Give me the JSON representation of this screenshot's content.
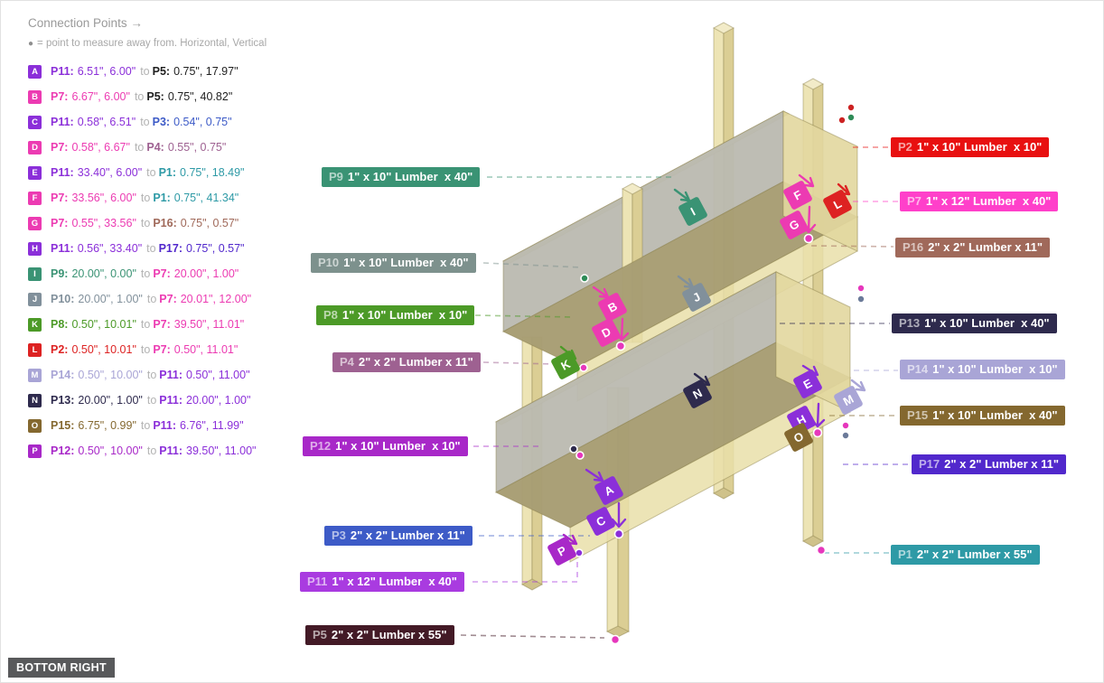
{
  "header": {
    "title": "Connection Points →",
    "note_bullet": "●",
    "legend_note": "= point to measure away from. Horizontal, Vertical"
  },
  "view_badge": "BOTTOM RIGHT",
  "connections": [
    {
      "letter": "A",
      "badge_color": "#8B2FD9",
      "from": {
        "pid": "P11:",
        "vals": "6.51\", 6.00\"",
        "color": "#8B2FD9"
      },
      "to_word": "to",
      "to": {
        "pid": "P5:",
        "vals": "0.75\", 17.97\"",
        "color": "#1F1F1F"
      }
    },
    {
      "letter": "B",
      "badge_color": "#EC3BB2",
      "from": {
        "pid": "P7:",
        "vals": "6.67\", 6.00\"",
        "color": "#EC3BB2"
      },
      "to_word": "to",
      "to": {
        "pid": "P5:",
        "vals": "0.75\", 40.82\"",
        "color": "#1F1F1F"
      }
    },
    {
      "letter": "C",
      "badge_color": "#8B2FD9",
      "from": {
        "pid": "P11:",
        "vals": "0.58\", 6.51\"",
        "color": "#8B2FD9"
      },
      "to_word": "to",
      "to": {
        "pid": "P3:",
        "vals": "0.54\", 0.75\"",
        "color": "#3D5BC7"
      }
    },
    {
      "letter": "D",
      "badge_color": "#EC3BB2",
      "from": {
        "pid": "P7:",
        "vals": "0.58\", 6.67\"",
        "color": "#EC3BB2"
      },
      "to_word": "to",
      "to": {
        "pid": "P4:",
        "vals": "0.55\", 0.75\"",
        "color": "#9E6191"
      }
    },
    {
      "letter": "E",
      "badge_color": "#8B2FD9",
      "from": {
        "pid": "P11:",
        "vals": "33.40\", 6.00\"",
        "color": "#8B2FD9"
      },
      "to_word": "to",
      "to": {
        "pid": "P1:",
        "vals": "0.75\", 18.49\"",
        "color": "#2E9AA6"
      }
    },
    {
      "letter": "F",
      "badge_color": "#EC3BB2",
      "from": {
        "pid": "P7:",
        "vals": "33.56\", 6.00\"",
        "color": "#EC3BB2"
      },
      "to_word": "to",
      "to": {
        "pid": "P1:",
        "vals": "0.75\", 41.34\"",
        "color": "#2E9AA6"
      }
    },
    {
      "letter": "G",
      "badge_color": "#EC3BB2",
      "from": {
        "pid": "P7:",
        "vals": "0.55\", 33.56\"",
        "color": "#EC3BB2"
      },
      "to_word": "to",
      "to": {
        "pid": "P16:",
        "vals": "0.75\", 0.57\"",
        "color": "#A0695A"
      }
    },
    {
      "letter": "H",
      "badge_color": "#8B2FD9",
      "from": {
        "pid": "P11:",
        "vals": "0.56\", 33.40\"",
        "color": "#8B2FD9"
      },
      "to_word": "to",
      "to": {
        "pid": "P17:",
        "vals": "0.75\", 0.57\"",
        "color": "#5128CC"
      }
    },
    {
      "letter": "I",
      "badge_color": "#3A9374",
      "from": {
        "pid": "P9:",
        "vals": "20.00\", 0.00\"",
        "color": "#3A9374"
      },
      "to_word": "to",
      "to": {
        "pid": "P7:",
        "vals": "20.00\", 1.00\"",
        "color": "#EC3BB2"
      }
    },
    {
      "letter": "J",
      "badge_color": "#81909B",
      "from": {
        "pid": "P10:",
        "vals": "20.00\", 1.00\"",
        "color": "#81909B"
      },
      "to_word": "to",
      "to": {
        "pid": "P7:",
        "vals": "20.01\", 12.00\"",
        "color": "#EC3BB2"
      }
    },
    {
      "letter": "K",
      "badge_color": "#4C9A27",
      "from": {
        "pid": "P8:",
        "vals": "0.50\", 10.01\"",
        "color": "#4C9A27"
      },
      "to_word": "to",
      "to": {
        "pid": "P7:",
        "vals": "39.50\", 11.01\"",
        "color": "#EC3BB2"
      }
    },
    {
      "letter": "L",
      "badge_color": "#DD2222",
      "from": {
        "pid": "P2:",
        "vals": "0.50\", 10.01\"",
        "color": "#DD2222"
      },
      "to_word": "to",
      "to": {
        "pid": "P7:",
        "vals": "0.50\", 11.01\"",
        "color": "#EC3BB2"
      }
    },
    {
      "letter": "M",
      "badge_color": "#A9A5D6",
      "from": {
        "pid": "P14:",
        "vals": "0.50\", 10.00\"",
        "color": "#A9A5D6"
      },
      "to_word": "to",
      "to": {
        "pid": "P11:",
        "vals": "0.50\", 11.00\"",
        "color": "#8B2FD9"
      }
    },
    {
      "letter": "N",
      "badge_color": "#2E2A4D",
      "from": {
        "pid": "P13:",
        "vals": "20.00\", 1.00\"",
        "color": "#2E2A4D"
      },
      "to_word": "to",
      "to": {
        "pid": "P11:",
        "vals": "20.00\", 1.00\"",
        "color": "#8B2FD9"
      }
    },
    {
      "letter": "O",
      "badge_color": "#84682F",
      "from": {
        "pid": "P15:",
        "vals": "6.75\", 0.99\"",
        "color": "#84682F"
      },
      "to_word": "to",
      "to": {
        "pid": "P11:",
        "vals": "6.76\", 11.99\"",
        "color": "#8B2FD9"
      }
    },
    {
      "letter": "P",
      "badge_color": "#A828C8",
      "from": {
        "pid": "P12:",
        "vals": "0.50\", 10.00\"",
        "color": "#A828C8"
      },
      "to_word": "to",
      "to": {
        "pid": "P11:",
        "vals": "39.50\", 11.00\"",
        "color": "#8B2FD9"
      }
    }
  ],
  "part_labels": [
    {
      "pid": "P9",
      "text": "1\" x 10\" Lumber  x 40\"",
      "bg": "#3A9374"
    },
    {
      "pid": "P10",
      "text": "1\" x 10\" Lumber  x 40\"",
      "bg": "#7D918D"
    },
    {
      "pid": "P8",
      "text": "1\" x 10\" Lumber  x 10\"",
      "bg": "#4C9A27"
    },
    {
      "pid": "P4",
      "text": "2\" x 2\" Lumber x 11\"",
      "bg": "#9E6191"
    },
    {
      "pid": "P12",
      "text": "1\" x 10\" Lumber  x 10\"",
      "bg": "#A828C8"
    },
    {
      "pid": "P3",
      "text": "2\" x 2\" Lumber x 11\"",
      "bg": "#3D5BC7"
    },
    {
      "pid": "P11",
      "text": "1\" x 12\" Lumber  x 40\"",
      "bg": "#A93BE0"
    },
    {
      "pid": "P5",
      "text": "2\" x 2\" Lumber x 55\"",
      "bg": "#431A26"
    },
    {
      "pid": "P2",
      "text": "1\" x 10\" Lumber  x 10\"",
      "bg": "#E81010"
    },
    {
      "pid": "P7",
      "text": "1\" x 12\" Lumber  x 40\"",
      "bg": "#FF40CA"
    },
    {
      "pid": "P16",
      "text": "2\" x 2\" Lumber x 11\"",
      "bg": "#A0695A"
    },
    {
      "pid": "P13",
      "text": "1\" x 10\" Lumber  x 40\"",
      "bg": "#2E2A4D"
    },
    {
      "pid": "P14",
      "text": "1\" x 10\" Lumber  x 10\"",
      "bg": "#A9A5D6"
    },
    {
      "pid": "P15",
      "text": "1\" x 10\" Lumber  x 40\"",
      "bg": "#84682F"
    },
    {
      "pid": "P17",
      "text": "2\" x 2\" Lumber x 11\"",
      "bg": "#5128CC"
    },
    {
      "pid": "P1",
      "text": "2\" x 2\" Lumber x 55\"",
      "bg": "#2E9AA6"
    }
  ],
  "markers": [
    {
      "letter": "A",
      "color": "#8B2FD9"
    },
    {
      "letter": "B",
      "color": "#EC3BB2"
    },
    {
      "letter": "C",
      "color": "#8B2FD9"
    },
    {
      "letter": "D",
      "color": "#EC3BB2"
    },
    {
      "letter": "E",
      "color": "#8B2FD9"
    },
    {
      "letter": "F",
      "color": "#EC3BB2"
    },
    {
      "letter": "G",
      "color": "#EC3BB2"
    },
    {
      "letter": "H",
      "color": "#8B2FD9"
    },
    {
      "letter": "I",
      "color": "#3A9374"
    },
    {
      "letter": "J",
      "color": "#81909B"
    },
    {
      "letter": "K",
      "color": "#4C9A27"
    },
    {
      "letter": "L",
      "color": "#DD2222"
    },
    {
      "letter": "M",
      "color": "#A9A5D6"
    },
    {
      "letter": "N",
      "color": "#2E2A4D"
    },
    {
      "letter": "O",
      "color": "#84682F"
    },
    {
      "letter": "P",
      "color": "#A828C8"
    }
  ],
  "palette": {
    "dot_magenta": "#E637BC",
    "dot_red": "#CC2222",
    "dot_green": "#2E8B57",
    "dot_navy": "#2E2A4D",
    "dot_slate": "#6B7A99",
    "dot_purple": "#8B2FD9"
  }
}
